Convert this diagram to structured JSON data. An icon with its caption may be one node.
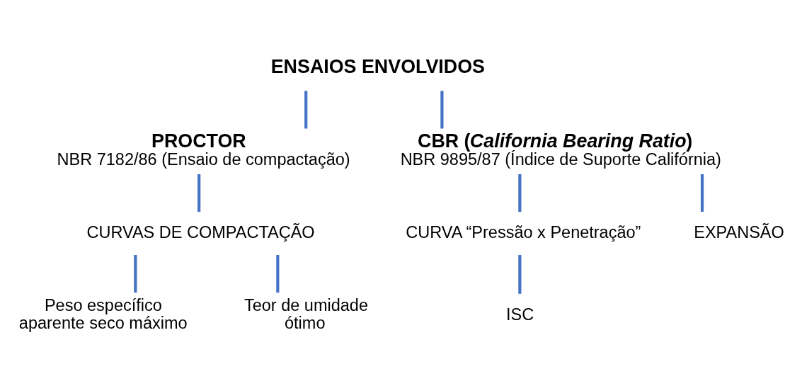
{
  "diagram": {
    "nodes": [
      {
        "text": [
          "ENSAIOS ENVOLVIDOS"
        ]
      },
      {
        "text": [
          "PROCTOR",
          "NBR 7182/86 (Ensaio de compactação)"
        ]
      },
      {
        "text": [
          "CBR (*California Bearing Ratio*)",
          "NBR 9895/87 (Índice de Suporte Califórnia)"
        ]
      },
      {
        "text": [
          "CURVAS DE COMPACTAÇÃO"
        ]
      },
      {
        "text": [
          "Peso específico aparente seco máximo"
        ]
      },
      {
        "text": [
          "Teor de umidade ótimo"
        ]
      },
      {
        "text": [
          "CURVA “Pressão x Penetração”"
        ]
      },
      {
        "text": [
          "ISC"
        ]
      },
      {
        "text": [
          "EXPANSÃO"
        ]
      }
    ],
    "edges": [
      {
        "from": 0,
        "to": 1,
        "arrow": "none"
      },
      {
        "from": 0,
        "to": 2,
        "arrow": "none"
      },
      {
        "from": 1,
        "to": 3,
        "arrow": "none"
      },
      {
        "from": 3,
        "to": 4,
        "arrow": "none"
      },
      {
        "from": 3,
        "to": 5,
        "arrow": "none"
      },
      {
        "from": 2,
        "to": 6,
        "arrow": "none"
      },
      {
        "from": 6,
        "to": 7,
        "arrow": "none"
      },
      {
        "from": 2,
        "to": 8,
        "arrow": "none"
      }
    ]
  }
}
